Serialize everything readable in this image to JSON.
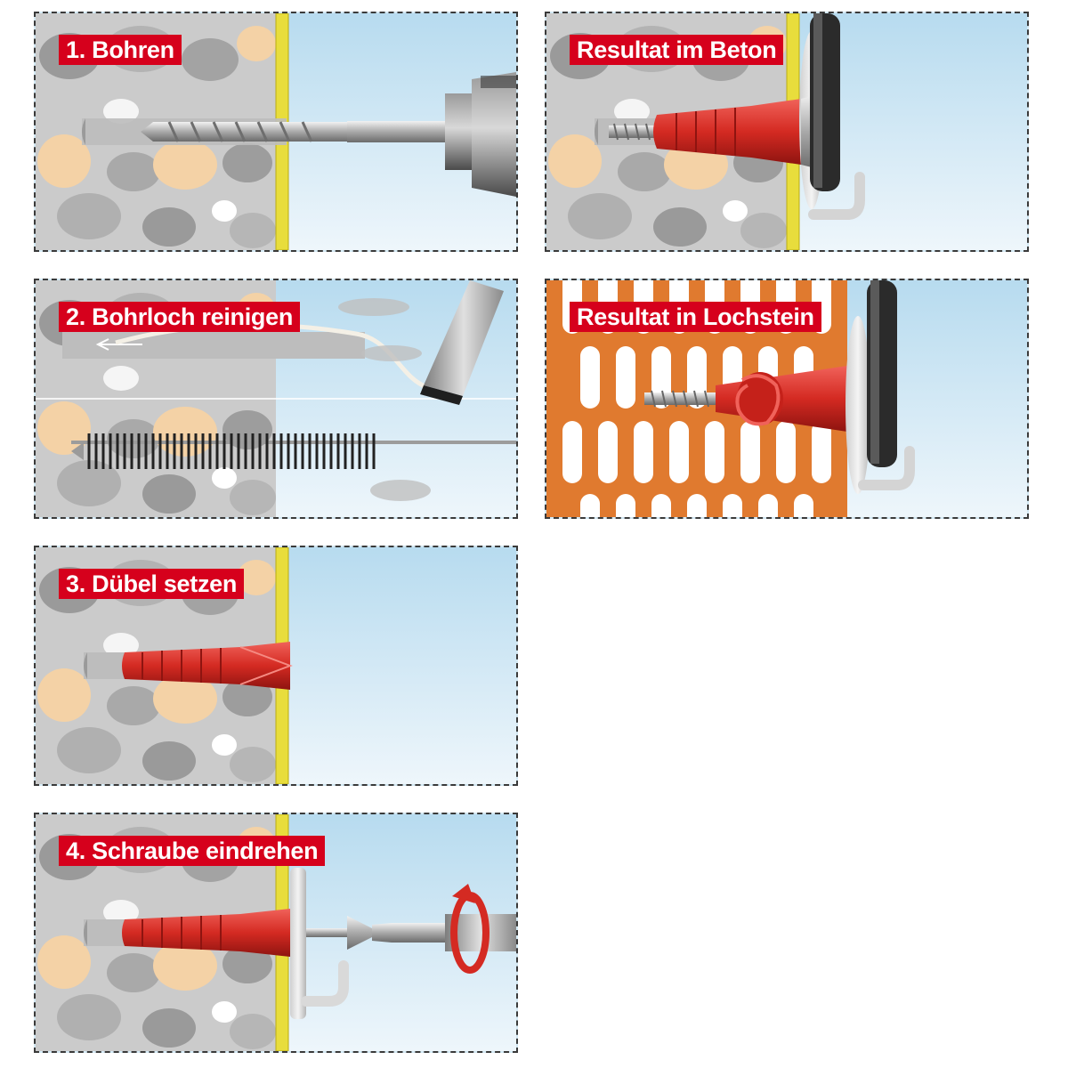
{
  "panels": {
    "step1": {
      "label": "1. Bohren"
    },
    "step2": {
      "label": "2. Bohrloch reinigen"
    },
    "step3": {
      "label": "3. Dübel setzen"
    },
    "step4": {
      "label": "4. Schraube eindrehen"
    },
    "result_concrete": {
      "label": "Resultat im Beton"
    },
    "result_brick": {
      "label": "Resultat in Lochstein"
    }
  },
  "colors": {
    "label_bg": "#d6001c",
    "dowel_red": "#d42a22",
    "concrete": "#c9c9c9",
    "plaster_yellow": "#e8dd3c",
    "sky": "#d4e9f4",
    "brick_orange": "#e07a2f"
  }
}
